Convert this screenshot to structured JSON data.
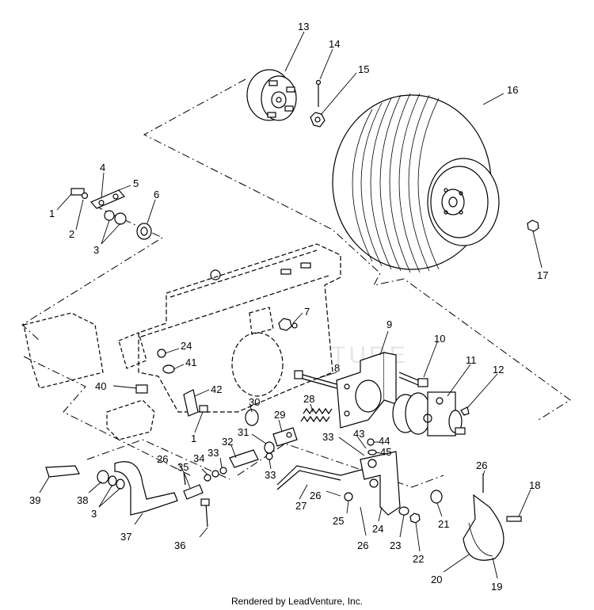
{
  "watermark": "LEADVENTURE",
  "footer": "Rendered by LeadVenture, Inc.",
  "callouts": [
    {
      "id": "c13",
      "label": "13"
    },
    {
      "id": "c14",
      "label": "14"
    },
    {
      "id": "c15",
      "label": "15"
    },
    {
      "id": "c16",
      "label": "16"
    },
    {
      "id": "c4",
      "label": "4"
    },
    {
      "id": "c5",
      "label": "5"
    },
    {
      "id": "c1a",
      "label": "1"
    },
    {
      "id": "c2",
      "label": "2"
    },
    {
      "id": "c6",
      "label": "6"
    },
    {
      "id": "c3a",
      "label": "3"
    },
    {
      "id": "c17",
      "label": "17"
    },
    {
      "id": "c7",
      "label": "7"
    },
    {
      "id": "c9",
      "label": "9"
    },
    {
      "id": "c10",
      "label": "10"
    },
    {
      "id": "c11",
      "label": "11"
    },
    {
      "id": "c12",
      "label": "12"
    },
    {
      "id": "c24a",
      "label": "24"
    },
    {
      "id": "c41",
      "label": "41"
    },
    {
      "id": "c8",
      "label": "8"
    },
    {
      "id": "c40",
      "label": "40"
    },
    {
      "id": "c42",
      "label": "42"
    },
    {
      "id": "c1b",
      "label": "1"
    },
    {
      "id": "c28",
      "label": "28"
    },
    {
      "id": "c30",
      "label": "30"
    },
    {
      "id": "c29",
      "label": "29"
    },
    {
      "id": "c31",
      "label": "31"
    },
    {
      "id": "c32",
      "label": "32"
    },
    {
      "id": "c33a",
      "label": "33"
    },
    {
      "id": "c43",
      "label": "43"
    },
    {
      "id": "c44",
      "label": "44"
    },
    {
      "id": "c45",
      "label": "45"
    },
    {
      "id": "c33b",
      "label": "33"
    },
    {
      "id": "c34",
      "label": "34"
    },
    {
      "id": "c26a",
      "label": "26"
    },
    {
      "id": "c35",
      "label": "35"
    },
    {
      "id": "c33c",
      "label": "33"
    },
    {
      "id": "c26b",
      "label": "26"
    },
    {
      "id": "c18",
      "label": "18"
    },
    {
      "id": "c39",
      "label": "39"
    },
    {
      "id": "c38",
      "label": "38"
    },
    {
      "id": "c3b",
      "label": "3"
    },
    {
      "id": "c27",
      "label": "27"
    },
    {
      "id": "c26c",
      "label": "26"
    },
    {
      "id": "c25",
      "label": "25"
    },
    {
      "id": "c21",
      "label": "21"
    },
    {
      "id": "c24b",
      "label": "24"
    },
    {
      "id": "c37",
      "label": "37"
    },
    {
      "id": "c36",
      "label": "36"
    },
    {
      "id": "c23",
      "label": "23"
    },
    {
      "id": "c22",
      "label": "22"
    },
    {
      "id": "c26d",
      "label": "26"
    },
    {
      "id": "c20",
      "label": "20"
    },
    {
      "id": "c19",
      "label": "19"
    }
  ]
}
